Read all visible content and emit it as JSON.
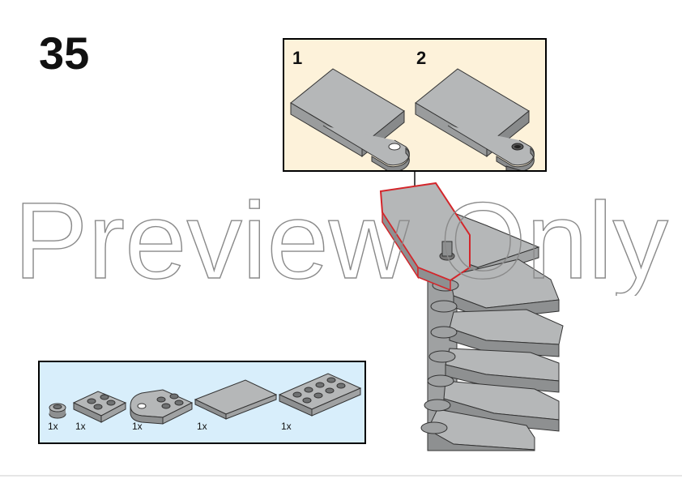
{
  "step": {
    "number": "35"
  },
  "sub_steps": [
    {
      "label": "1"
    },
    {
      "label": "2"
    }
  ],
  "parts": [
    {
      "qty": "1x",
      "part": "round-plate-1x1-icon"
    },
    {
      "qty": "1x",
      "part": "plate-2x2-icon"
    },
    {
      "qty": "1x",
      "part": "plate-2x2-round-end-icon"
    },
    {
      "qty": "1x",
      "part": "tile-2x4-icon"
    },
    {
      "qty": "1x",
      "part": "plate-2x4-icon"
    }
  ],
  "watermark": {
    "text": "Preview Only"
  },
  "colors": {
    "sub_panel_bg": "#fdf2da",
    "parts_panel_bg": "#d8eefb",
    "brick_gray": "#a9abac",
    "highlight_red": "#d3262b"
  }
}
